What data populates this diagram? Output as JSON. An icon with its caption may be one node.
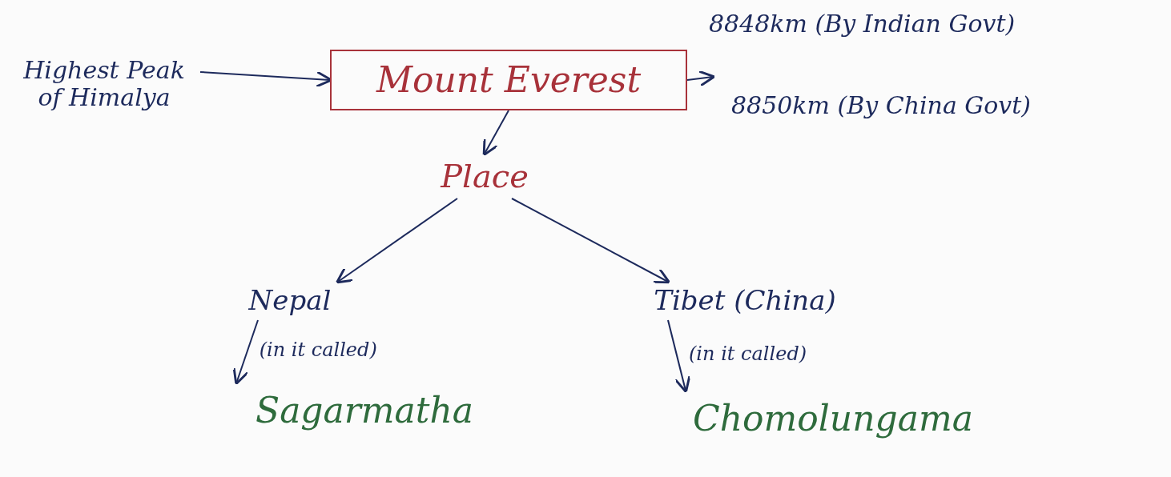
{
  "diagram": {
    "nodes": [
      {
        "text": [
          "Highest Peak of Himalya"
        ]
      },
      {
        "text": [
          "Mount Everest"
        ]
      },
      {
        "text": [
          "8850km (By China Govt)"
        ]
      },
      {
        "text": [
          "Place"
        ]
      },
      {
        "text": [
          "Nepal"
        ]
      },
      {
        "text": [
          "Sagarmatha"
        ]
      },
      {
        "text": [
          "Tibet (China)"
        ]
      },
      {
        "text": [
          "Chomolungama"
        ]
      }
    ],
    "edges": [
      {
        "from": 0,
        "to": 1,
        "arrow": "to"
      },
      {
        "from": 1,
        "to": 2,
        "arrow": "to"
      },
      {
        "from": 1,
        "to": 3,
        "arrow": "to"
      },
      {
        "from": 3,
        "to": 4,
        "arrow": "to"
      },
      {
        "from": 3,
        "to": 6,
        "arrow": "to"
      },
      {
        "from": 4,
        "to": 5,
        "arrow": "to",
        "label": "(in it called)"
      },
      {
        "from": 6,
        "to": 7,
        "arrow": "to",
        "label": "(in it called)"
      }
    ],
    "labels": [
      "8848km (By Indian Govt)"
    ]
  }
}
